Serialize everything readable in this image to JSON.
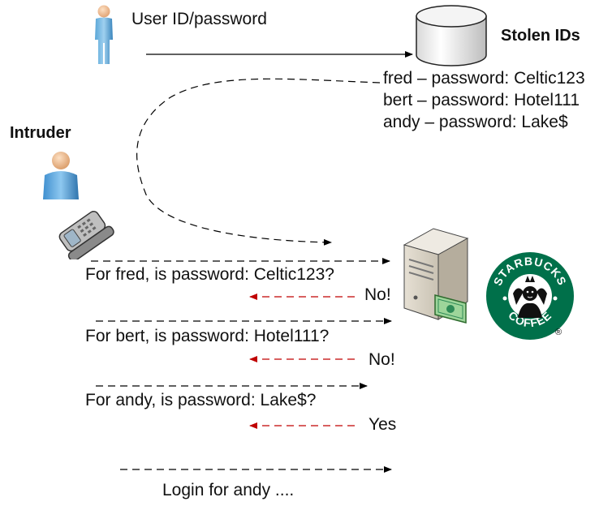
{
  "user": {
    "label": "User ID/password"
  },
  "database": {
    "title": "Stolen IDs"
  },
  "stolen_ids": [
    "fred – password: Celtic123",
    "bert – password: Hotel111",
    "andy – password: Lake$"
  ],
  "intruder": {
    "label": "Intruder"
  },
  "attempts": [
    {
      "question": "For fred, is password: Celtic123?",
      "answer": "No!"
    },
    {
      "question": "For bert, is password: Hotel111?",
      "answer": "No!"
    },
    {
      "question": "For andy, is password: Lake$?",
      "answer": "Yes"
    }
  ],
  "final_step": "Login for andy ....",
  "logo": {
    "brand_text": "STARBUCKS COFFEE",
    "registered_mark": "®"
  },
  "colors": {
    "answer_arrow": "#c00000",
    "logo_green": "#00704a",
    "money": "#2e8b57"
  },
  "icons": [
    "person-icon",
    "database-icon",
    "intruder-icon",
    "mobile-phone-icon",
    "server-icon",
    "money-icon",
    "starbucks-logo"
  ]
}
